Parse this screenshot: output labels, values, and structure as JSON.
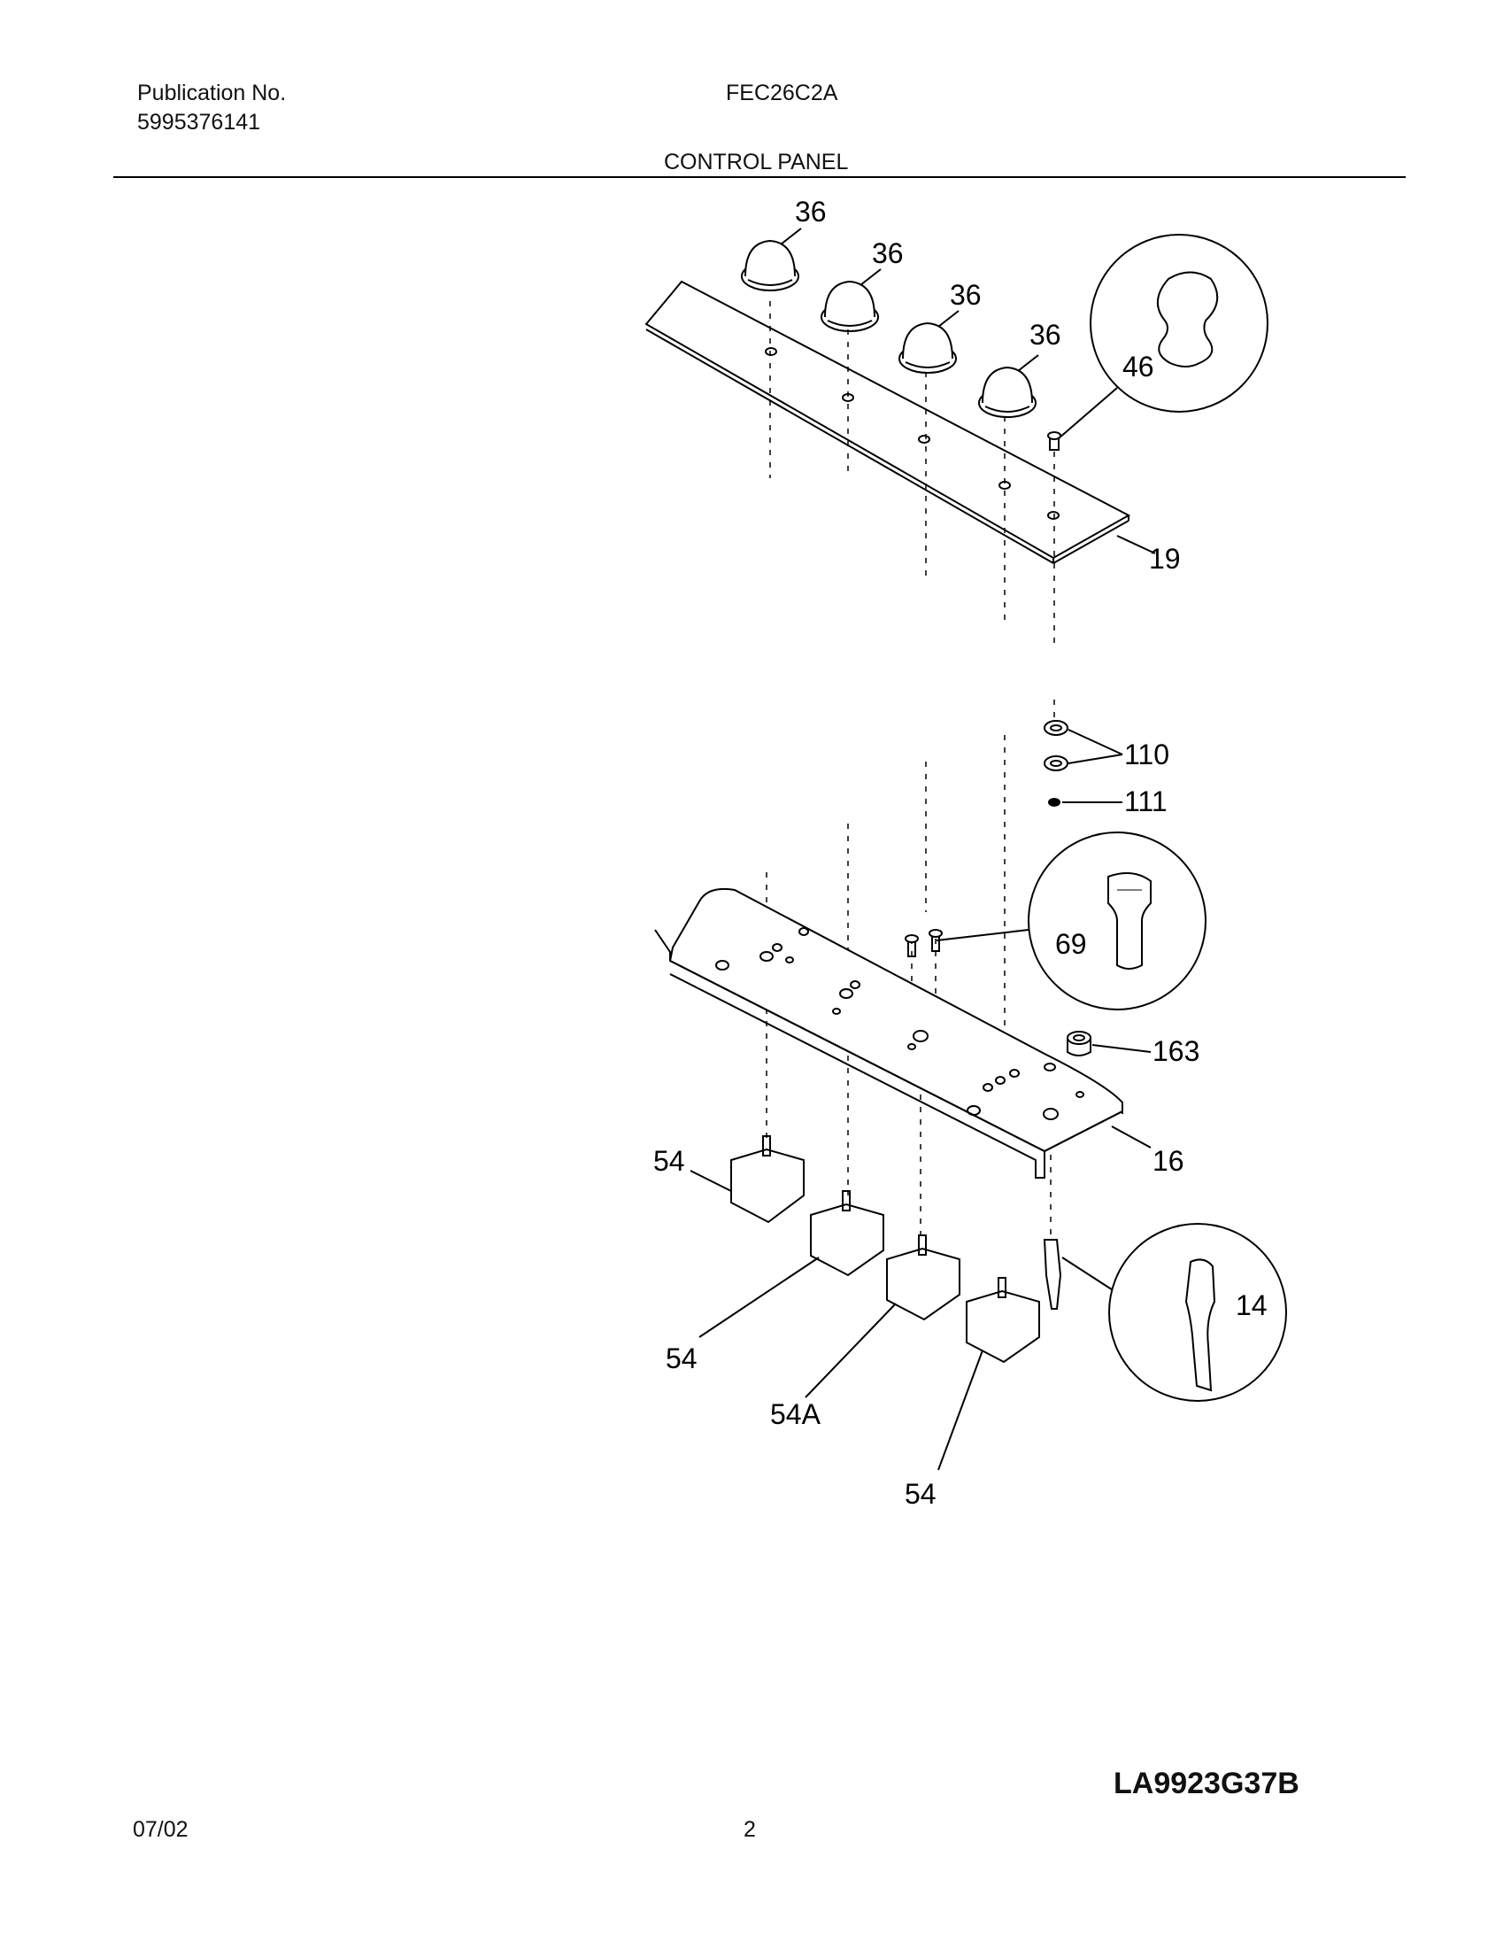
{
  "header": {
    "publication_label": "Publication No.",
    "publication_number": "5995376141",
    "model": "FEC26C2A",
    "section_title": "CONTROL PANEL"
  },
  "callouts": {
    "knob_1": "36",
    "knob_2": "36",
    "knob_3": "36",
    "knob_4": "36",
    "clip_detail": "46",
    "overlay": "19",
    "washers": "110",
    "nut": "111",
    "screw_detail": "69",
    "spacer": "163",
    "control_panel": "16",
    "lower_knob_1": "54",
    "lower_knob_2": "54",
    "lower_knob_3": "54A",
    "lower_knob_4": "54",
    "shaft_detail": "14"
  },
  "footer": {
    "drawing_code": "LA9923G37B",
    "date": "07/02",
    "page_number": "2"
  }
}
